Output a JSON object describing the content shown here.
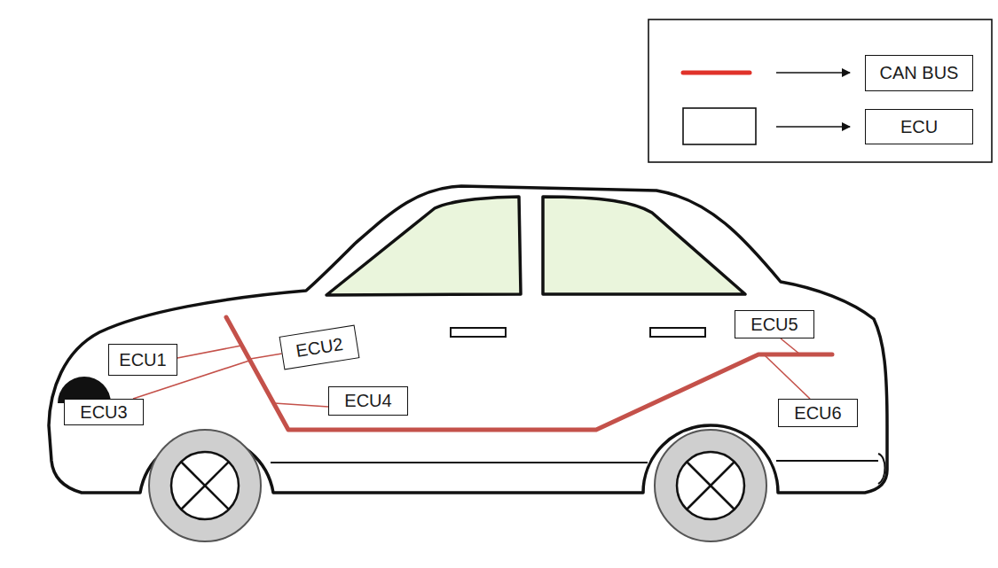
{
  "diagram": {
    "nodes": [
      {
        "text": [
          "ECU1"
        ]
      },
      {
        "text": [
          "ECU2"
        ]
      },
      {
        "text": [
          "ECU3"
        ]
      },
      {
        "text": [
          "ECU4"
        ]
      },
      {
        "text": [
          "ECU5"
        ]
      },
      {
        "text": [
          "ECU6"
        ]
      }
    ],
    "legend": [
      {
        "text": "CAN BUS"
      },
      {
        "text": "ECU"
      }
    ]
  }
}
